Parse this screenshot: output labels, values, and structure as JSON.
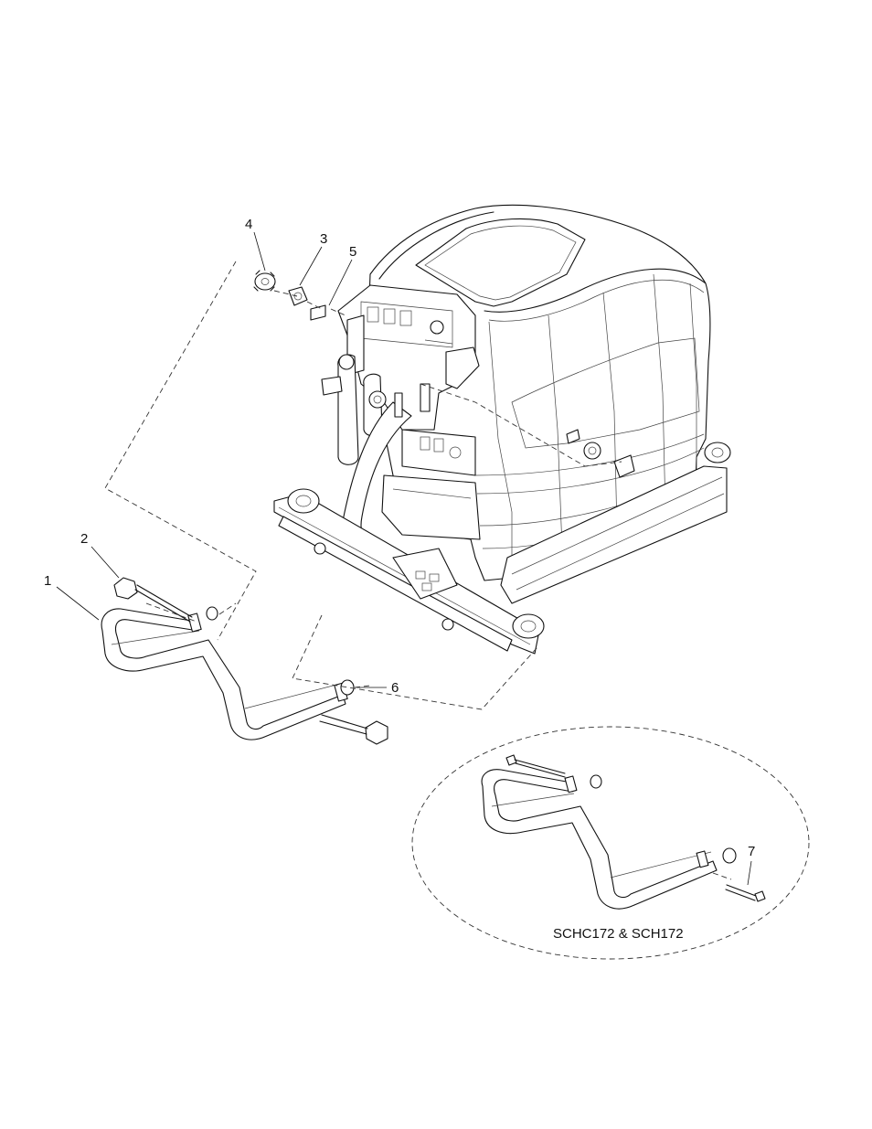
{
  "callouts": {
    "c1": "1",
    "c2": "2",
    "c3": "3",
    "c4": "4",
    "c5": "5",
    "c6": "6",
    "c7": "7"
  },
  "detail": {
    "caption": "SCHC172 & SCH172"
  }
}
